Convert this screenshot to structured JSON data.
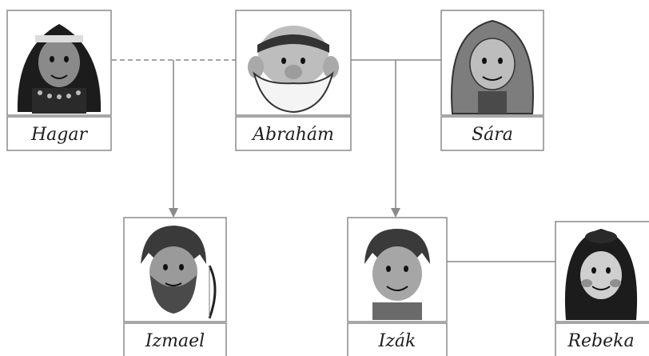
{
  "people": [
    {
      "id": "hagar",
      "name": "Hagar",
      "icon": "woman-headdress-portrait-icon"
    },
    {
      "id": "abraham",
      "name": "Abrahám",
      "icon": "old-man-white-beard-portrait-icon"
    },
    {
      "id": "sara",
      "name": "Sára",
      "icon": "old-woman-hooded-portrait-icon"
    },
    {
      "id": "izmael",
      "name": "Izmael",
      "icon": "bearded-man-with-bow-portrait-icon"
    },
    {
      "id": "izak",
      "name": "Izák",
      "icon": "young-man-portrait-icon"
    },
    {
      "id": "rebeka",
      "name": "Rebeka",
      "icon": "young-woman-portrait-icon"
    }
  ],
  "relations": [
    {
      "type": "partner-dashed",
      "from": "hagar",
      "to": "abraham"
    },
    {
      "type": "partner",
      "from": "abraham",
      "to": "sara"
    },
    {
      "type": "partner",
      "from": "izak",
      "to": "rebeka"
    },
    {
      "type": "child",
      "parents": [
        "hagar",
        "abraham"
      ],
      "child": "izmael"
    },
    {
      "type": "child",
      "parents": [
        "abraham",
        "sara"
      ],
      "child": "izak"
    }
  ]
}
